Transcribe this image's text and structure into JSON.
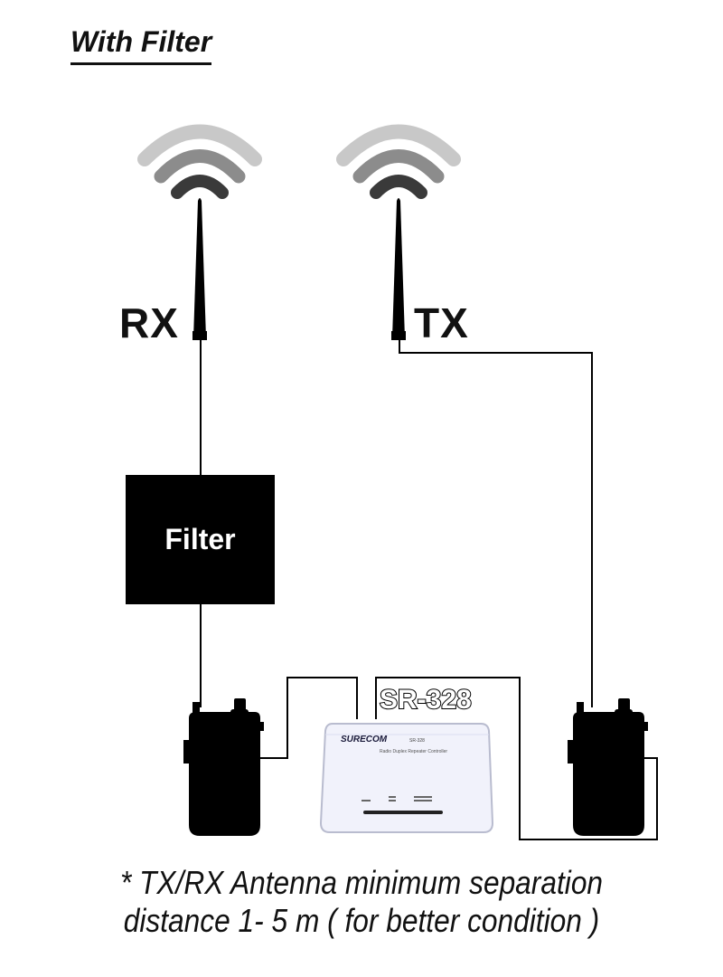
{
  "title": "With Filter",
  "antennas": {
    "rx_label": "RX",
    "tx_label": "TX"
  },
  "filter_label": "Filter",
  "controller": {
    "model": "SR-328",
    "brand": "SURECOM",
    "model_small": "SR-328",
    "subtitle": "Radio Duplex Repeater Controller"
  },
  "note": {
    "line1": "* TX/RX Antenna minimum separation",
    "line2": "distance 1- 5 m ( for better condition )"
  }
}
